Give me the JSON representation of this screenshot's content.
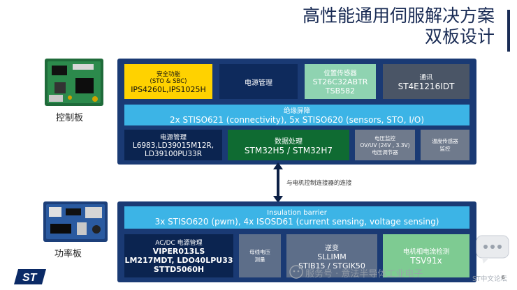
{
  "slide": {
    "title_line1": "高性能通用伺服解决方案",
    "title_line2": "双板设计",
    "page_number": "6"
  },
  "control_board": {
    "label": "控制板",
    "row1": [
      {
        "name": "safety",
        "lines": [
          "安全功能",
          "(STO & SBC)",
          "IPS4260L,IPS1025H"
        ]
      },
      {
        "name": "power-mgmt",
        "lines": [
          "电源管理"
        ]
      },
      {
        "name": "position-sensor",
        "lines": [
          "位置传感器",
          "ST26C32ABTR",
          "TSB582"
        ]
      },
      {
        "name": "comm",
        "lines": [
          "通讯",
          "ST4E1216IDT"
        ]
      }
    ],
    "barrier": {
      "lines": [
        "绝缘屏障",
        "2x STISO621 (connectivity), 5x STISO620 (sensors, STO, I/O)"
      ]
    },
    "row2": [
      {
        "name": "power-mgmt-2",
        "lines": [
          "电源管理",
          "L6983,LD39015M12R,",
          "LD39100PU33R"
        ]
      },
      {
        "name": "data-processing",
        "lines": [
          "数据处理",
          "STM32H5 / STM32H7"
        ]
      },
      {
        "name": "voltage-monitor",
        "lines": [
          "电压监控",
          "OV/UV (24V , 3.3V)",
          "电压调节器"
        ]
      },
      {
        "name": "temp-sensor",
        "lines": [
          "温度传感器",
          "监控"
        ]
      }
    ]
  },
  "connector": {
    "label": "与电机控制连接器的连接"
  },
  "power_board": {
    "label": "功率板",
    "barrier": {
      "lines": [
        "Insulation barrier",
        "3x STISO620 (pwm), 4x ISOSD61 (current sensing, voltage sensing)"
      ]
    },
    "row": [
      {
        "name": "acdc-power",
        "lines": [
          "AC/DC 电源管理",
          "VIPER013LS",
          "LM217MDT, LDO40LPU33",
          "STTD5060H"
        ]
      },
      {
        "name": "bus-voltage",
        "lines": [
          "母线电压",
          "测量"
        ]
      },
      {
        "name": "inverter",
        "lines": [
          "逆变",
          "SLLIMM",
          "STIB15 / STGIK50"
        ]
      },
      {
        "name": "phase-current",
        "lines": [
          "电机相电流检测",
          "TSV91x"
        ]
      }
    ]
  },
  "footer": {
    "logo_text": "ST",
    "watermark": "服务号 · 意法半导体工业电子",
    "watermark_small": "ST中文论坛"
  },
  "colors": {
    "panel": "#1a3a74",
    "yellow": "#ffd200",
    "cyan": "#3cb4e6",
    "dark_green": "#0f6b32",
    "mint": "#8fd3b1"
  }
}
